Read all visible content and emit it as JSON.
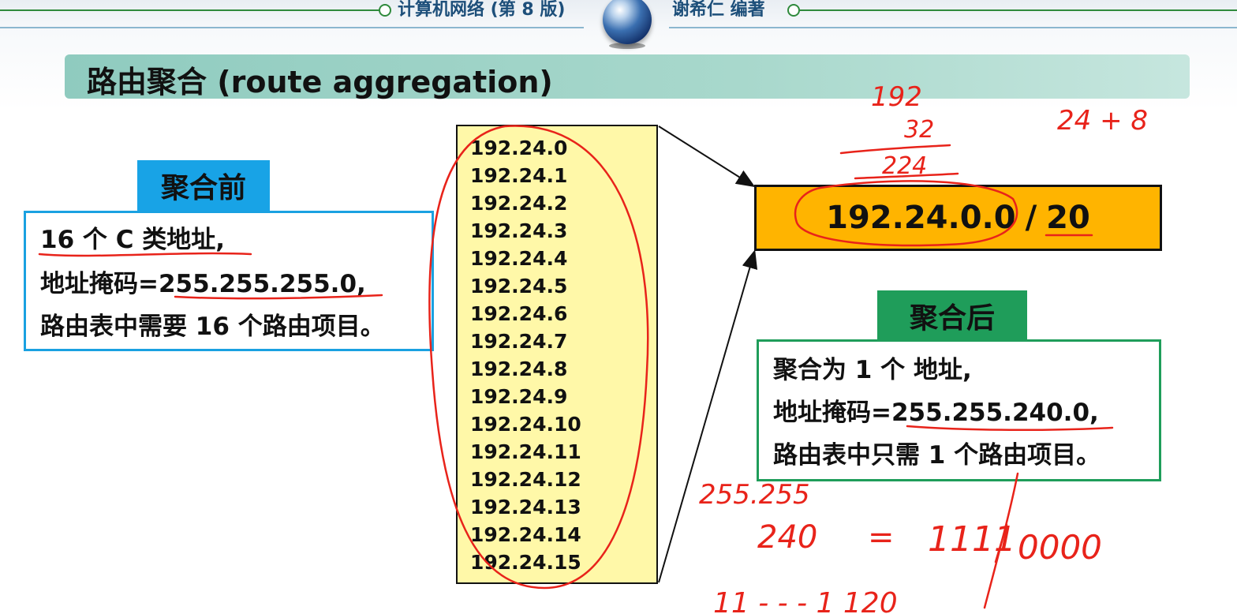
{
  "header": {
    "book_title": "计算机网络 (第 8 版)",
    "author": "谢希仁 编著"
  },
  "slide": {
    "title": "路由聚合 (route aggregation)",
    "before": {
      "label": "聚合前",
      "line1": "16 个 C 类地址,",
      "line2_prefix": "地址掩码=",
      "line2_mask": "255.255.255.0",
      "line2_suffix": ",",
      "line3": "路由表中需要 16 个路由项目。"
    },
    "networks": [
      "192.24.0",
      "192.24.1",
      "192.24.2",
      "192.24.3",
      "192.24.4",
      "192.24.5",
      "192.24.6",
      "192.24.7",
      "192.24.8",
      "192.24.9",
      "192.24.10",
      "192.24.11",
      "192.24.12",
      "192.24.13",
      "192.24.14",
      "192.24.15"
    ],
    "result": {
      "address": "192.24.0.0",
      "slash": "/",
      "prefix": "20"
    },
    "after": {
      "label": "聚合后",
      "line1": "聚合为 1 个 地址,",
      "line2_prefix": "地址掩码=",
      "line2_mask": "255.255.240.0",
      "line2_suffix": ",",
      "line3": "路由表中只需 1 个路由项目。"
    }
  },
  "handwriting": {
    "n192": "192",
    "n32": "32",
    "n224": "224",
    "sum": "24 + 8",
    "mask": "255.255",
    "eq_left": "240",
    "eq_sign": "=",
    "eq_bits_ones": "1111",
    "eq_bits_zeros": "0000",
    "bottom": "11 - - - 1  120",
    "color": "#e8231a"
  },
  "colors": {
    "before_label": "#18a3e6",
    "after_label": "#1f9d5a",
    "list_bg": "#fff8a8",
    "result_bg": "#ffb400",
    "title_bar": "#9fd3c7"
  }
}
